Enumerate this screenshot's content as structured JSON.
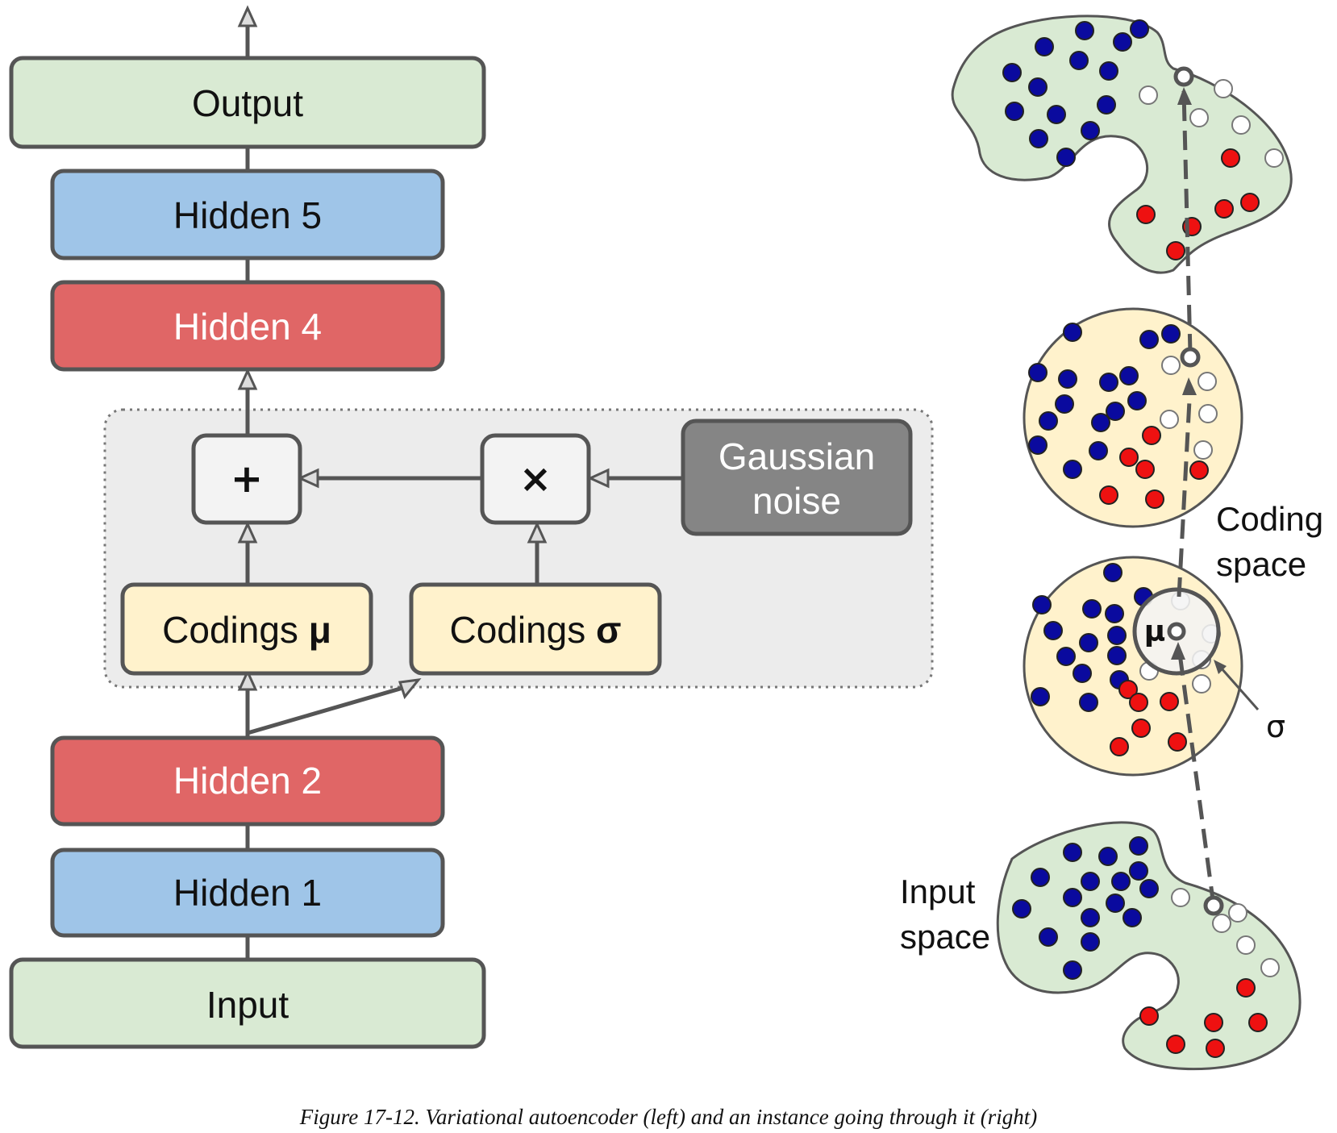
{
  "network": {
    "output_label": "Output",
    "hidden5_label": "Hidden 5",
    "hidden4_label": "Hidden 4",
    "plus_symbol": "+",
    "times_symbol": "×",
    "noise_line1": "Gaussian",
    "noise_line2": "noise",
    "codings_mu_text": "Codings ",
    "codings_mu_symbol": "μ",
    "codings_sigma_text": "Codings ",
    "codings_sigma_symbol": "σ",
    "hidden2_label": "Hidden 2",
    "hidden1_label": "Hidden 1",
    "input_label": "Input"
  },
  "spaces": {
    "coding_label_line1": "Coding",
    "coding_label_line2": "space",
    "input_label_line1": "Input",
    "input_label_line2": "space",
    "mu_symbol": "μ",
    "sigma_symbol": "σ"
  },
  "colors": {
    "green_fill": "#d9ead3",
    "blue_fill": "#9fc5e8",
    "red_fill": "#e06666",
    "yellow_fill": "#fff2cc",
    "gray_fill": "#858585",
    "panel_fill": "#ececec",
    "stroke": "#555555",
    "dot_blue": "#0a0a9e",
    "dot_red": "#ee1111"
  },
  "caption": "Figure 17-12. Variational autoencoder (left) and an instance going through it (right)"
}
